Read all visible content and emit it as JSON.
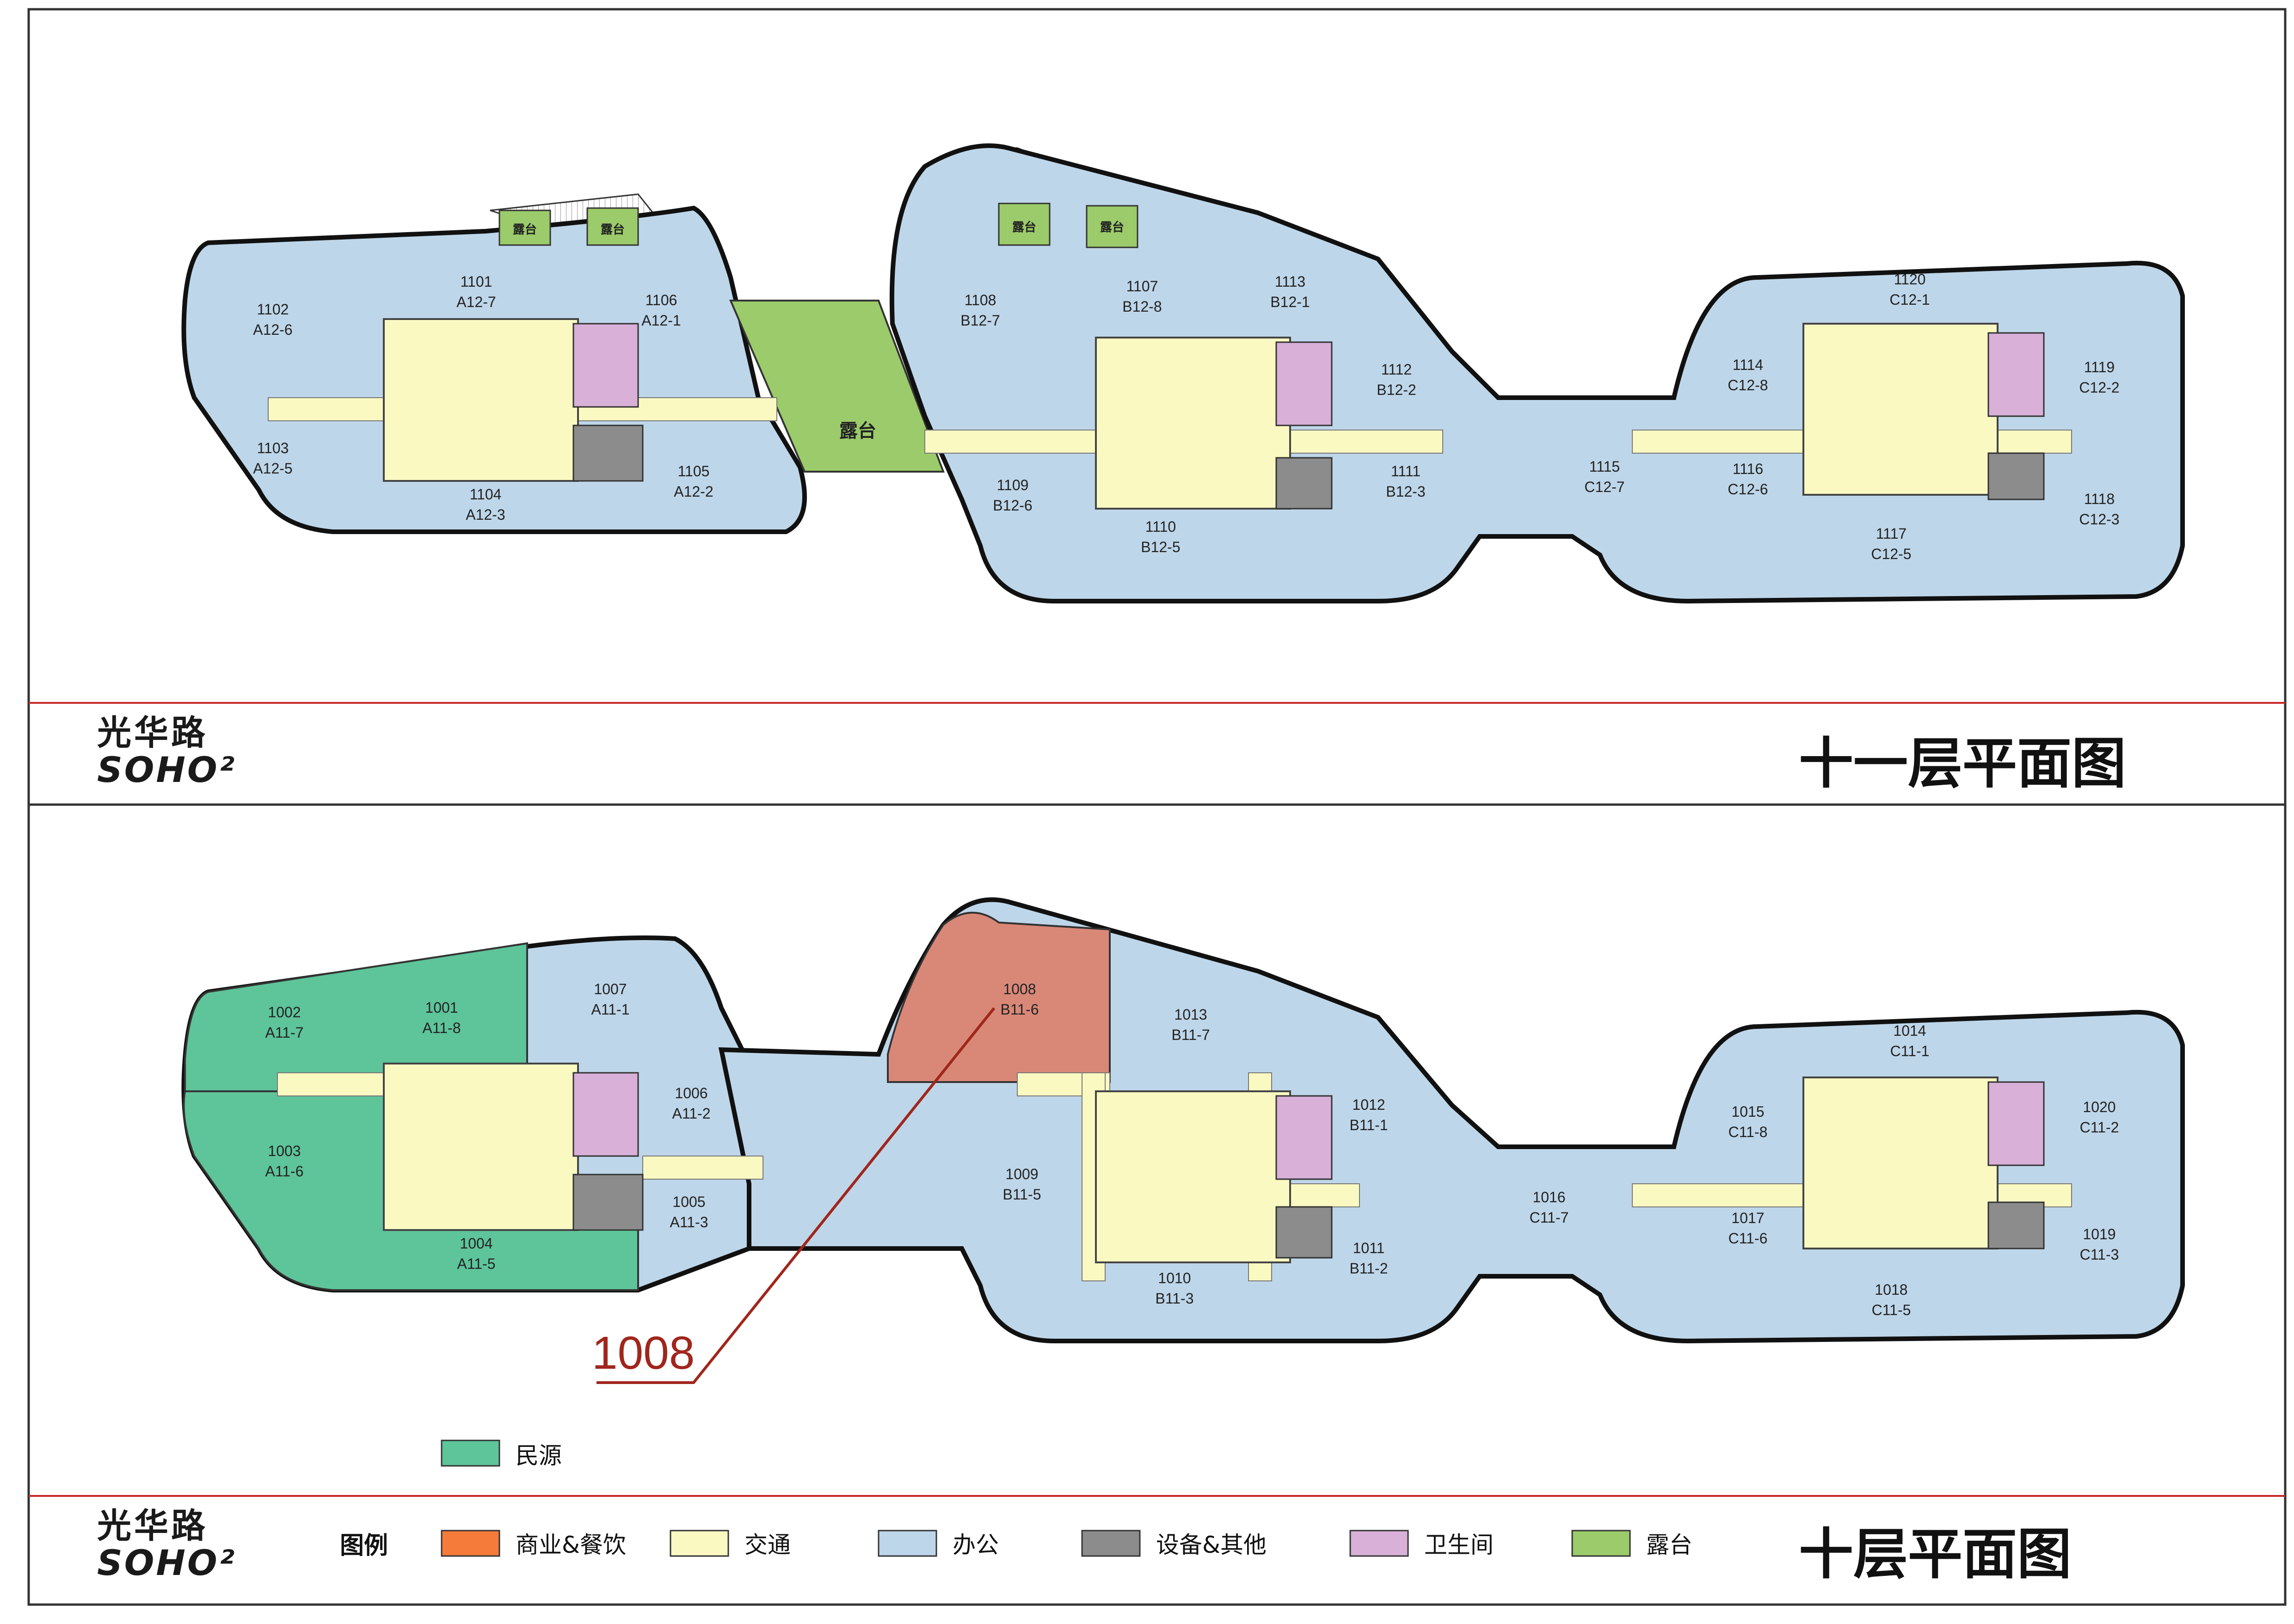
{
  "logo": {
    "line1": "光华路",
    "line2": "SOHO²"
  },
  "floor11": {
    "title": "十一层平面图",
    "terrace_label": "露台",
    "rooms": [
      {
        "num": "1101",
        "code": "A12-7"
      },
      {
        "num": "1102",
        "code": "A12-6"
      },
      {
        "num": "1103",
        "code": "A12-5"
      },
      {
        "num": "1104",
        "code": "A12-3"
      },
      {
        "num": "1105",
        "code": "A12-2"
      },
      {
        "num": "1106",
        "code": "A12-1"
      },
      {
        "num": "1107",
        "code": "B12-8"
      },
      {
        "num": "1108",
        "code": "B12-7"
      },
      {
        "num": "1109",
        "code": "B12-6"
      },
      {
        "num": "1110",
        "code": "B12-5"
      },
      {
        "num": "1111",
        "code": "B12-3"
      },
      {
        "num": "1112",
        "code": "B12-2"
      },
      {
        "num": "1113",
        "code": "B12-1"
      },
      {
        "num": "1114",
        "code": "C12-8"
      },
      {
        "num": "1115",
        "code": "C12-7"
      },
      {
        "num": "1116",
        "code": "C12-6"
      },
      {
        "num": "1117",
        "code": "C12-5"
      },
      {
        "num": "1118",
        "code": "C12-3"
      },
      {
        "num": "1119",
        "code": "C12-2"
      },
      {
        "num": "1120",
        "code": "C12-1"
      }
    ]
  },
  "floor10": {
    "title": "十层平面图",
    "rooms": [
      {
        "num": "1001",
        "code": "A11-8"
      },
      {
        "num": "1002",
        "code": "A11-7"
      },
      {
        "num": "1003",
        "code": "A11-6"
      },
      {
        "num": "1004",
        "code": "A11-5"
      },
      {
        "num": "1005",
        "code": "A11-3"
      },
      {
        "num": "1006",
        "code": "A11-2"
      },
      {
        "num": "1007",
        "code": "A11-1"
      },
      {
        "num": "1008",
        "code": "B11-6"
      },
      {
        "num": "1009",
        "code": "B11-5"
      },
      {
        "num": "1010",
        "code": "B11-3"
      },
      {
        "num": "1011",
        "code": "B11-2"
      },
      {
        "num": "1012",
        "code": "B11-1"
      },
      {
        "num": "1013",
        "code": "B11-7"
      },
      {
        "num": "1014",
        "code": "C11-1"
      },
      {
        "num": "1015",
        "code": "C11-8"
      },
      {
        "num": "1016",
        "code": "C11-7"
      },
      {
        "num": "1017",
        "code": "C11-6"
      },
      {
        "num": "1018",
        "code": "C11-5"
      },
      {
        "num": "1019",
        "code": "C11-3"
      },
      {
        "num": "1020",
        "code": "C11-2"
      }
    ],
    "callout": "1008",
    "tenant_legend": {
      "label": "民源",
      "color": "#5ec49a"
    }
  },
  "legend": {
    "title": "图例",
    "items": [
      {
        "label": "商业&餐饮",
        "color": "#f47b3a"
      },
      {
        "label": "交通",
        "color": "#fbf9c2"
      },
      {
        "label": "办公",
        "color": "#bed6e9"
      },
      {
        "label": "设备&其他",
        "color": "#8c8c8c"
      },
      {
        "label": "卫生间",
        "color": "#d8b0d8"
      },
      {
        "label": "露台",
        "color": "#9bcb6a"
      }
    ]
  },
  "colors": {
    "office": "#bed6e9",
    "circulation": "#fbf9c2",
    "service": "#8c8c8c",
    "restroom": "#d8b0d8",
    "terrace": "#9bcb6a",
    "tenant": "#5ec49a",
    "highlight": "#d98878",
    "callout": "#a0261c",
    "divider": "#c62828"
  }
}
